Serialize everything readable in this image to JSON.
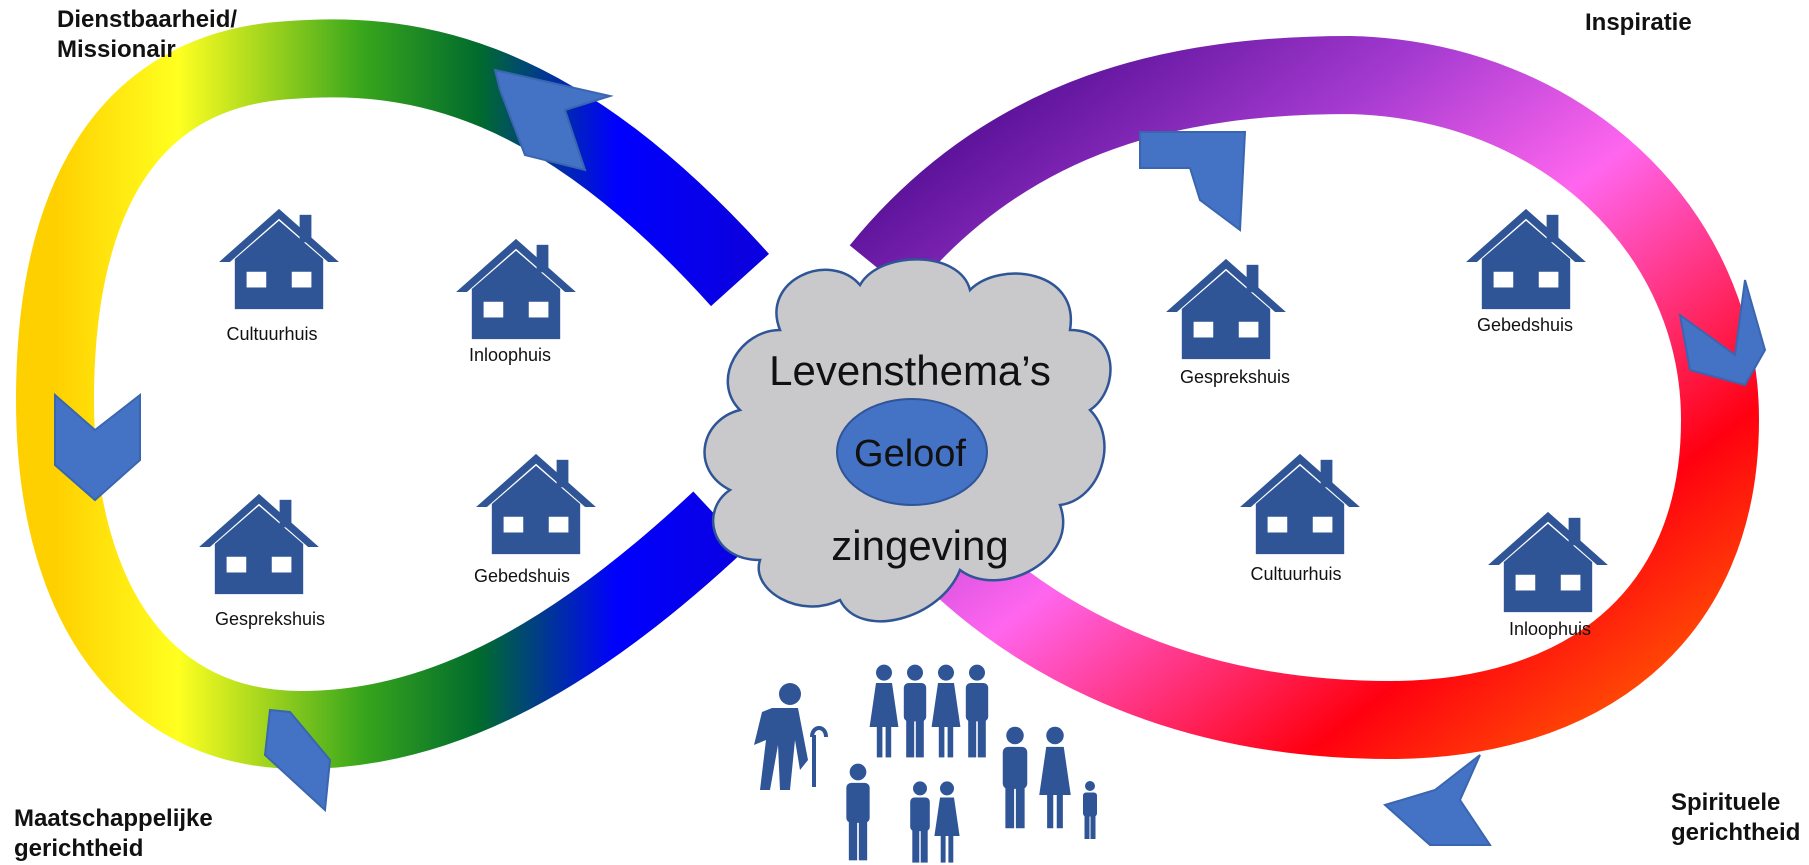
{
  "corners": {
    "top_left": [
      "Dienstbaarheid/",
      "Missionair"
    ],
    "top_right": [
      "Inspiratie"
    ],
    "bottom_left": [
      "Maatschappelijke",
      "gerichtheid"
    ],
    "bottom_right": [
      "Spirituele",
      "gerichtheid"
    ]
  },
  "center": {
    "top": "Levensthema’s",
    "core": "Geloof",
    "bottom": "zingeving"
  },
  "left_loop_houses": [
    "Cultuurhuis",
    "Inloophuis",
    "Gesprekshuis",
    "Gebedshuis"
  ],
  "right_loop_houses": [
    "Gesprekshuis",
    "Gebedshuis",
    "Cultuurhuis",
    "Inloophuis"
  ],
  "colors": {
    "house": "#2f5597",
    "arrow": "#4472c4",
    "cloud": "#c9c9cc",
    "cloud_outline": "#2f5597",
    "people": "#2f5597",
    "left_loop": [
      "#ffd200",
      "#ffff00",
      "#2e9c1a",
      "#006b2a",
      "#0000ff"
    ],
    "right_loop": [
      "#40007a",
      "#9b27c6",
      "#ff66ff",
      "#ff0000",
      "#ff6600"
    ]
  }
}
